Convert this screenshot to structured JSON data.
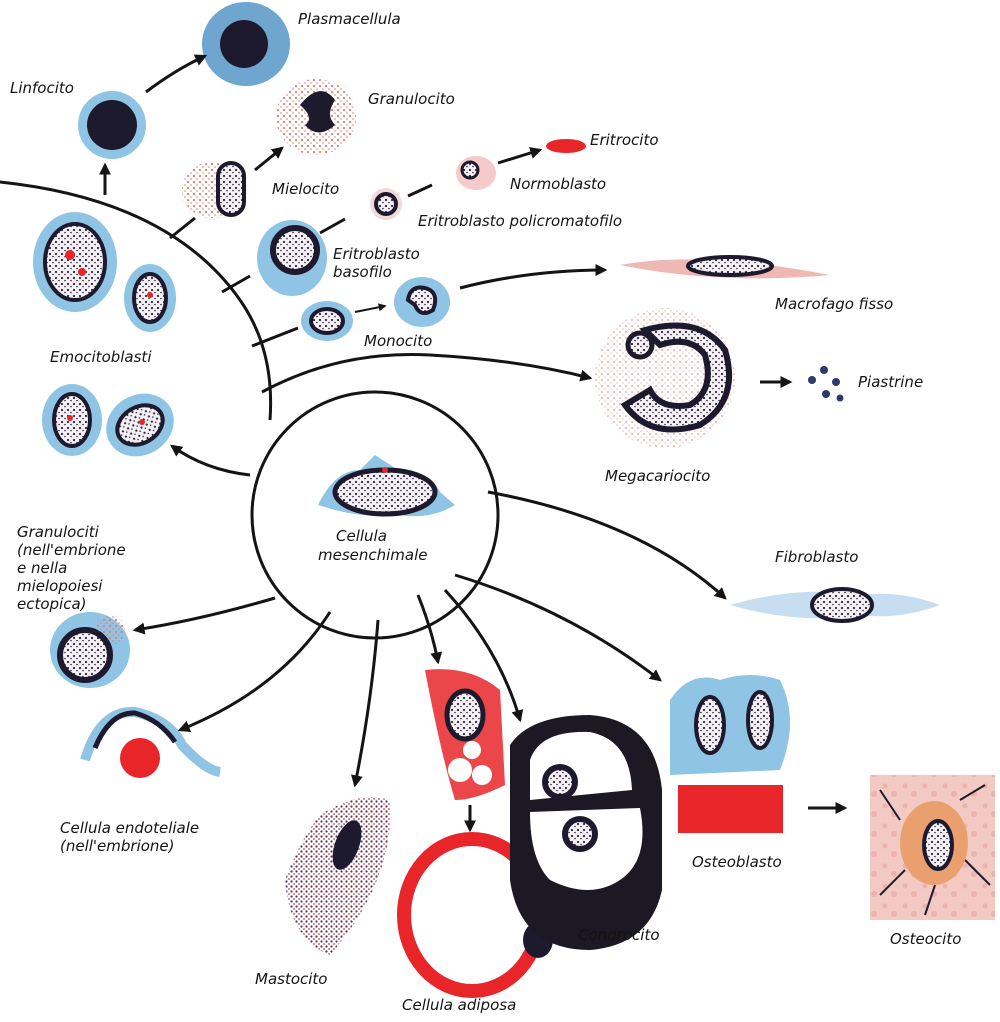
{
  "labels": {
    "plasmacellula": "Plasmacellula",
    "linfocito": "Linfocito",
    "granulocito": "Granulocito",
    "eritrocito": "Eritrocito",
    "mielocito": "Mielocito",
    "normoblasto": "Normoblasto",
    "eritroblasto_policromatofilo": "Eritroblasto policromatofilo",
    "eritroblasto_basofilo_1": "Eritroblasto",
    "eritroblasto_basofilo_2": "basofilo",
    "macrofago_fisso": "Macrofago fisso",
    "monocito": "Monocito",
    "emocitoblasti": "Emocitoblasti",
    "piastrine": "Piastrine",
    "megacariocito": "Megacariocito",
    "cellula_mesenchimale_1": "Cellula",
    "cellula_mesenchimale_2": "mesenchimale",
    "granulociti_1": "Granulociti",
    "granulociti_2": "(nell'embrione",
    "granulociti_3": "e nella",
    "granulociti_4": "mielopoiesi",
    "granulociti_5": "ectopica)",
    "fibroblasto": "Fibroblasto",
    "cellula_endoteliale_1": "Cellula endoteliale",
    "cellula_endoteliale_2": "(nell'embrione)",
    "osteoblasto": "Osteoblasto",
    "condrocito": "Condrocito",
    "osteocito": "Osteocito",
    "mastocito": "Mastocito",
    "cellula_adiposa": "Cellula adiposa"
  },
  "colors": {
    "nucleus": "#1e1a2e",
    "cytoplasm_blue": "#8fc4e4",
    "red": "#e8262a",
    "pink_granules": "#e9796e",
    "cartilage": "#1c1824",
    "line": "#141414"
  }
}
